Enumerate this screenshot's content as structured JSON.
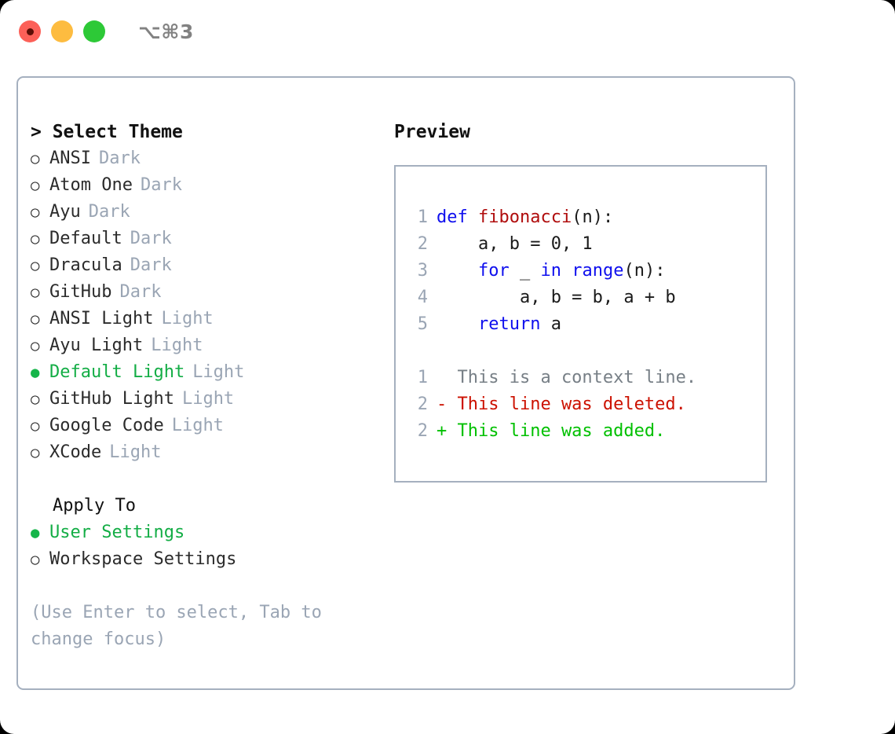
{
  "titlebar": {
    "shortcut": "⌥⌘3",
    "buttons": [
      {
        "name": "close",
        "color": "#fc6058"
      },
      {
        "name": "minimize",
        "color": "#fdbc40"
      },
      {
        "name": "zoom",
        "color": "#2dc937"
      }
    ]
  },
  "colors": {
    "panel_border": "#a5b0bf",
    "selected_green": "#13ad45",
    "muted": "#9aa5b4",
    "keyword_blue": "#0f0fee",
    "function_red": "#b00d0d",
    "diff_deleted": "#cc1100",
    "diff_added": "#00c000"
  },
  "theme_picker": {
    "header": "> Select Theme",
    "bullet_off": "○",
    "bullet_on": "●",
    "items": [
      {
        "bullet": "○",
        "name": "ANSI",
        "badge": "Dark",
        "selected": false
      },
      {
        "bullet": "○",
        "name": "Atom One",
        "badge": "Dark",
        "selected": false
      },
      {
        "bullet": "○",
        "name": "Ayu",
        "badge": "Dark",
        "selected": false
      },
      {
        "bullet": "○",
        "name": "Default",
        "badge": "Dark",
        "selected": false
      },
      {
        "bullet": "○",
        "name": "Dracula",
        "badge": "Dark",
        "selected": false
      },
      {
        "bullet": "○",
        "name": "GitHub",
        "badge": "Dark",
        "selected": false
      },
      {
        "bullet": "○",
        "name": "ANSI Light",
        "badge": "Light",
        "selected": false
      },
      {
        "bullet": "○",
        "name": "Ayu Light",
        "badge": "Light",
        "selected": false
      },
      {
        "bullet": "●",
        "name": "Default Light",
        "badge": "Light",
        "selected": true
      },
      {
        "bullet": "○",
        "name": "GitHub Light",
        "badge": "Light",
        "selected": false
      },
      {
        "bullet": "○",
        "name": "Google Code",
        "badge": "Light",
        "selected": false
      },
      {
        "bullet": "○",
        "name": "XCode",
        "badge": "Light",
        "selected": false
      }
    ]
  },
  "apply_to": {
    "title": "Apply To",
    "items": [
      {
        "bullet": "●",
        "name": "User Settings",
        "selected": true
      },
      {
        "bullet": "○",
        "name": "Workspace Settings",
        "selected": false
      }
    ]
  },
  "hint": "(Use Enter to select, Tab to change focus)",
  "preview": {
    "title": "Preview",
    "code_lines": [
      {
        "no": "1",
        "segments": [
          {
            "text": "def ",
            "style": "kw"
          },
          {
            "text": "fibonacci",
            "style": "fn"
          },
          {
            "text": "(n):",
            "style": "plain"
          }
        ]
      },
      {
        "no": "2",
        "segments": [
          {
            "text": "    a, b = 0, 1",
            "style": "plain"
          }
        ]
      },
      {
        "no": "3",
        "segments": [
          {
            "text": "    ",
            "style": "plain"
          },
          {
            "text": "for",
            "style": "kw"
          },
          {
            "text": " _ ",
            "style": "plain"
          },
          {
            "text": "in",
            "style": "kw"
          },
          {
            "text": " ",
            "style": "plain"
          },
          {
            "text": "range",
            "style": "kw"
          },
          {
            "text": "(n):",
            "style": "plain"
          }
        ]
      },
      {
        "no": "4",
        "segments": [
          {
            "text": "        a, b = b, a + b",
            "style": "plain"
          }
        ]
      },
      {
        "no": "5",
        "segments": [
          {
            "text": "    ",
            "style": "plain"
          },
          {
            "text": "return",
            "style": "kw"
          },
          {
            "text": " a",
            "style": "plain"
          }
        ]
      }
    ],
    "diff_lines": [
      {
        "no": "1",
        "text": "  This is a context line.",
        "kind": "ctx"
      },
      {
        "no": "2",
        "text": "- This line was deleted.",
        "kind": "del"
      },
      {
        "no": "2",
        "text": "+ This line was added.",
        "kind": "add"
      }
    ]
  }
}
